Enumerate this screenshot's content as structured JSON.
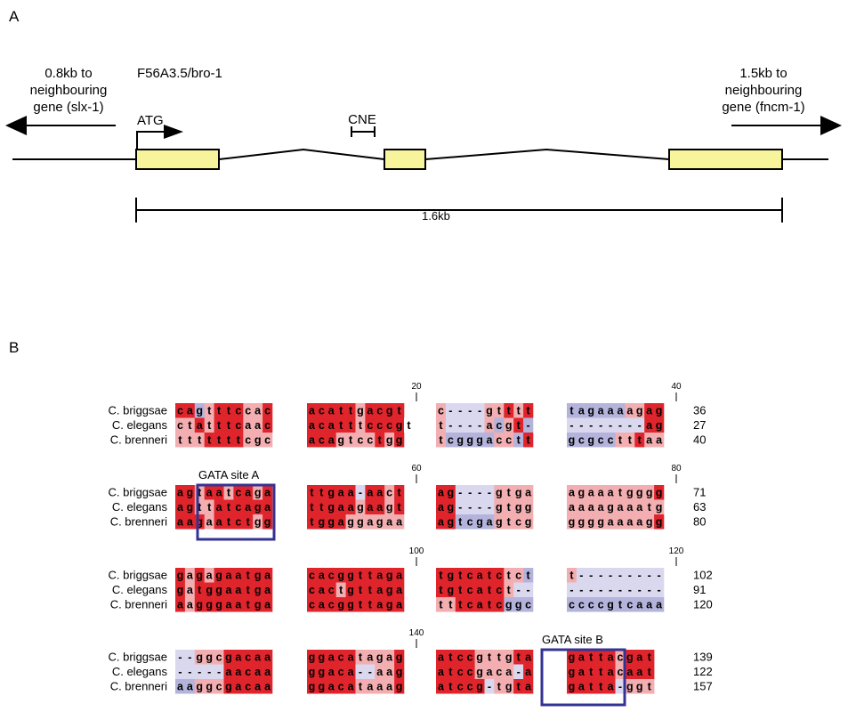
{
  "panelA": {
    "letter": "A",
    "left_distance_lines": [
      "0.8kb to",
      "neighbouring",
      "gene (slx-1)"
    ],
    "gene_name": "F56A3.5/bro-1",
    "start_label": "ATG",
    "cne_label": "CNE",
    "right_distance_lines": [
      "1.5kb to",
      "neighbouring",
      "gene (fncm-1)"
    ],
    "scale_label": "1.6kb",
    "colors": {
      "exon": "#f8f49c",
      "line": "#000000"
    }
  },
  "panelB": {
    "letter": "B",
    "species": [
      "C. briggsae",
      "C. elegans",
      "C. brenneri"
    ],
    "colors": {
      "dark_red": "#e0242c",
      "pink": "#f2aeb0",
      "lavender": "#b3b3dc",
      "gap_light": "#dad8ee",
      "box": "#343393"
    },
    "rows": [
      {
        "tick_labels": [
          "20",
          "40"
        ],
        "block_texts": [
          [
            "cagtttccac",
            "acattgacgt",
            "c----gtttt",
            "tagaaaagag"
          ],
          [
            "ctatttcaac",
            "acatttcccgt",
            "t----acgt-",
            "--------ag"
          ],
          [
            "tttttttcgc",
            "acagtcctgg",
            "tcgggacctt",
            "gcgcctttaa"
          ]
        ],
        "ends": [
          "36",
          "27",
          "40"
        ],
        "colors": [
          [
            "RRLPRRRPPR",
            "RRRRRPRRRR",
            "PGGGGPPRPR",
            "LLLLLLPPRR"
          ],
          [
            "PPRPRRRPPR",
            "RRRRRPRRRR",
            "PGGGGPLPRL",
            "GGGGGGGGRR"
          ],
          [
            "PPPRRRRPPP",
            "RRRPPPPRPR",
            "PLLLLLPPLR",
            "LLLLLPPRPP"
          ]
        ]
      },
      {
        "tick_labels": [
          "60",
          "80"
        ],
        "block_texts": [
          [
            "agtaatcaga",
            "ttgaa-aact",
            "ag----gtga",
            "agaaatgggg"
          ],
          [
            "agttatcaga",
            "ttgaagaagt",
            "ag----gtgg",
            "aaaagaaatg"
          ],
          [
            "aagaatctgg",
            "tggaggagaa",
            "agtcgagtcg",
            "ggggaaaagg"
          ]
        ],
        "ends": [
          "71",
          "63",
          "80"
        ],
        "colors": [
          [
            "RRPRRPRRPR",
            "RRRRRGRRPR",
            "RRGGGGPPPP",
            "PPPPPPPPPR"
          ],
          [
            "RRPPRRRRRR",
            "RRRRRPRRPR",
            "RRGGGGPPPP",
            "PPPPPPPPPP"
          ],
          [
            "RRRPRRRRPR",
            "RRRRPPPPPP",
            "RRLLLLPPPP",
            "PPPPPPPPPR"
          ]
        ]
      },
      {
        "tick_labels": [
          "100",
          "120"
        ],
        "block_texts": [
          [
            "gagagaatga",
            "cacggttaga",
            "tgtcatctct",
            "t---------"
          ],
          [
            "gatggaatga",
            "cactgttaga",
            "tgtcatct--",
            "----------"
          ],
          [
            "aagggaatga",
            "cacggttaga",
            "tttcatcggc",
            "ccccgtcaaa"
          ]
        ],
        "ends": [
          "102",
          "91",
          "120"
        ],
        "colors": [
          [
            "RPRPRRRRRR",
            "RRRRRRRRRR",
            "RRRRRRRPPL",
            "PGGGGGGGGG"
          ],
          [
            "RPRRRRRRRR",
            "RRRPRRRRRR",
            "RRRRRRRPGG",
            "GGGGGGGGGG"
          ],
          [
            "RPRRRRRRRR",
            "RRRRRRRRRR",
            "PPRRRRRLLL",
            "LLLLLLLLLL"
          ]
        ]
      },
      {
        "tick_labels": [
          "140"
        ],
        "block_texts": [
          [
            "--ggcgacaa",
            "ggacatagag",
            "atccgttgta",
            "gattacgat"
          ],
          [
            "-----aacaa",
            "ggaca--aag",
            "atccgaca-a",
            "gattacaat"
          ],
          [
            "aaggcgacaa",
            "ggacataaag",
            "atccg-tgta",
            "gatta-ggt"
          ]
        ],
        "ends": [
          "139",
          "122",
          "157"
        ],
        "colors": [
          [
            "GGPPPRRRRR",
            "RRRRRPPPPR",
            "RRRRPPPPRR",
            "RRRRRPRRR"
          ],
          [
            "GGGGGRRRRR",
            "RRRRRGGPPR",
            "RRRRPPPPGR",
            "RRRRRPRRR"
          ],
          [
            "LLPPPRRRRR",
            "RRRRRPPPPR",
            "RRRRRGPPRR",
            "RRRRRGPPP"
          ]
        ]
      }
    ],
    "gata_a": "GATA site A",
    "gata_b": "GATA site B"
  }
}
